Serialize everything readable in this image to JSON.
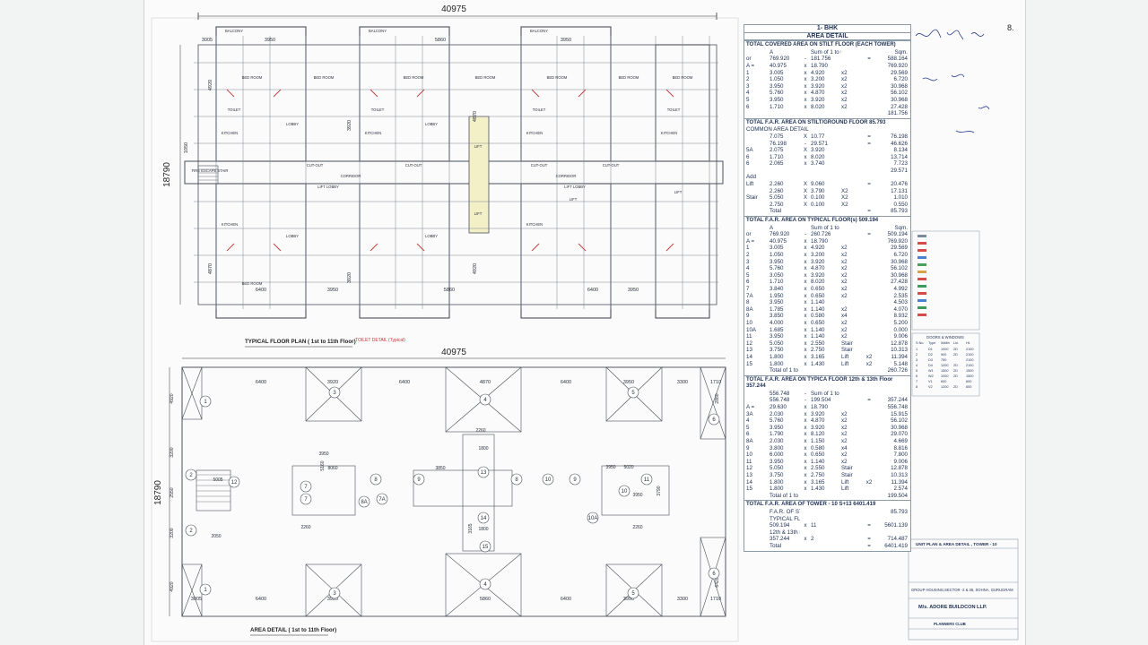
{
  "sheet": {
    "page_number": "8.",
    "overall_width_top": "40975",
    "overall_width_bottom": "40975",
    "overall_height_left": "18790",
    "overall_height_left_bottom": "18790",
    "plan1_title": "TYPICAL FLOOR PLAN ( 1st to 11th Floor)",
    "plan1_note": "TOILET DETAIL (Typical)",
    "plan2_title": "AREA DETAIL ( 1st to 11th Floor)"
  },
  "plan1": {
    "dims_top": [
      "3005",
      "3950",
      "5860",
      "3950"
    ],
    "dims_bottom": [
      "6400",
      "3950",
      "5860",
      "6400",
      "3950"
    ],
    "dims_side": [
      "4920",
      "3920",
      "4870",
      "1050",
      "4870",
      "3920",
      "4920"
    ],
    "room_labels": [
      "BED ROOM",
      "BED ROOM",
      "BED ROOM",
      "BED ROOM",
      "BED ROOM",
      "BED ROOM",
      "BED ROOM",
      "BED ROOM",
      "KITCHEN",
      "KITCHEN",
      "KITCHEN",
      "KITCHEN",
      "KITCHEN",
      "KITCHEN",
      "LOBBY",
      "LOBBY",
      "LOBBY",
      "LOBBY",
      "TOILET",
      "TOILET",
      "TOILET",
      "TOILET",
      "LIFT",
      "LIFT",
      "LIFT",
      "LIFT",
      "CUT-OUT",
      "CUT-OUT",
      "CUT-OUT",
      "CUT-OUT",
      "CORRIDOR",
      "CORRIDOR",
      "LIFT LOBBY",
      "LIFT LOBBY",
      "FIRE ESCAPE STAIR",
      "BALCONY",
      "BALCONY",
      "BALCONY"
    ]
  },
  "plan2": {
    "dims_top": [
      "6400",
      "3920",
      "6400",
      "4870",
      "6400",
      "3950",
      "3300",
      "1710"
    ],
    "dims_bottom": [
      "3005",
      "3920",
      "6400",
      "5860",
      "6400",
      "3950",
      "3300",
      "1710"
    ],
    "dims_mid": [
      "3950",
      "3950",
      "8060",
      "3850",
      "1800",
      "3950",
      "5020",
      "2260",
      "2260",
      "2260",
      "5005",
      "2050",
      "1800"
    ],
    "dims_side": [
      "4920",
      "3200",
      "2550",
      "3200",
      "4920",
      "2880",
      "6420",
      "3790",
      "5160",
      "3165"
    ],
    "circle_labels": [
      "1",
      "2",
      "3",
      "4",
      "5",
      "6",
      "7",
      "7A",
      "8",
      "8A",
      "9",
      "10",
      "10A",
      "11",
      "12",
      "13",
      "14",
      "15",
      "1",
      "2",
      "3",
      "4",
      "5",
      "6",
      "7",
      "8",
      "9",
      "10"
    ]
  },
  "area_detail": {
    "plan_type": "1- BHK",
    "title": "AREA DETAIL",
    "s1": {
      "heading": "TOTAL COVERED AREA ON STILT FLOOR",
      "note": "(EACH TOWER)",
      "col_headers": [
        "A",
        "Sum of 1 to 6",
        "Sqm."
      ],
      "rows": [
        [
          "or",
          "769.920",
          "-",
          "181.756",
          "",
          "=",
          "588.164"
        ],
        [
          "A =",
          "40.975",
          "x",
          "18.790",
          "",
          "",
          "769.920"
        ],
        [
          "1",
          "3.005",
          "x",
          "4.920",
          "x2",
          "",
          "29.569"
        ],
        [
          "2",
          "1.050",
          "x",
          "3.200",
          "x2",
          "",
          "6.720"
        ],
        [
          "3",
          "3.950",
          "x",
          "3.920",
          "x2",
          "",
          "30.968"
        ],
        [
          "4",
          "5.760",
          "x",
          "4.870",
          "x2",
          "",
          "56.102"
        ],
        [
          "5",
          "3.950",
          "x",
          "3.920",
          "x2",
          "",
          "30.968"
        ],
        [
          "6",
          "1.710",
          "x",
          "8.020",
          "x2",
          "",
          "27.428"
        ],
        [
          "",
          "",
          "",
          "",
          "",
          "",
          "181.756"
        ]
      ]
    },
    "s2": {
      "heading": "TOTAL F.A.R. AREA ON STILT/GROUND FLOOR",
      "sub": "COMMON AREA DETAIL",
      "rows": [
        [
          "",
          "7.075",
          "X",
          "10.77",
          "",
          "=",
          "76.198"
        ],
        [
          "",
          "76.198",
          "-",
          "29.571",
          "",
          "=",
          "46.626"
        ],
        [
          "5A",
          "2.075",
          "X",
          "3.920",
          "",
          "",
          "8.134"
        ],
        [
          "6",
          "1.710",
          "x",
          "8.020",
          "",
          "",
          "13.714"
        ],
        [
          "6",
          "2.065",
          "x",
          "3.740",
          "",
          "",
          "7.723"
        ],
        [
          "",
          "",
          "",
          "",
          "",
          "",
          "29.571"
        ],
        [
          "Add",
          "",
          "",
          "",
          "",
          "",
          ""
        ],
        [
          "Lift",
          "2.260",
          "X",
          "9.060",
          "",
          "=",
          "20.476"
        ],
        [
          "",
          "2.260",
          "X",
          "3.790",
          "X2",
          "",
          "17.131"
        ],
        [
          "Stair",
          "5.050",
          "X",
          "0.100",
          "X2",
          "",
          "1.010"
        ],
        [
          "",
          "2.750",
          "X",
          "0.100",
          "X2",
          "",
          "0.550"
        ],
        [
          "",
          "Total",
          "",
          "",
          "",
          "=",
          "85.793"
        ]
      ],
      "box_value": "85.793"
    },
    "s3": {
      "heading": "TOTAL F.A.R. AREA ON TYPICAL FLOOR(s)",
      "box_value": "509.194",
      "col_headers": [
        "A",
        "Sum of 1 to 14",
        "Sqm."
      ],
      "rows": [
        [
          "or",
          "769.920",
          "-",
          "260.726",
          "",
          "=",
          "509.194"
        ],
        [
          "A =",
          "40.975",
          "x",
          "18.790",
          "",
          "",
          "769.920"
        ],
        [
          "1",
          "3.005",
          "x",
          "4.920",
          "x2",
          "",
          "29.569"
        ],
        [
          "2",
          "1.050",
          "x",
          "3.200",
          "x2",
          "",
          "6.720"
        ],
        [
          "3",
          "3.950",
          "x",
          "3.920",
          "x2",
          "",
          "30.968"
        ],
        [
          "4",
          "5.760",
          "x",
          "4.870",
          "x2",
          "",
          "56.102"
        ],
        [
          "5",
          "3.050",
          "x",
          "3.920",
          "x2",
          "",
          "30.968"
        ],
        [
          "6",
          "1.710",
          "x",
          "8.020",
          "x2",
          "",
          "27.428"
        ],
        [
          "7",
          "3.840",
          "x",
          "0.650",
          "x2",
          "",
          "4.992"
        ],
        [
          "7A",
          "1.950",
          "x",
          "0.650",
          "x2",
          "",
          "2.535"
        ],
        [
          "8",
          "3.950",
          "x",
          "1.140",
          "",
          "",
          "4.503"
        ],
        [
          "8A",
          "1.785",
          "x",
          "1.140",
          "x2",
          "",
          "4.070"
        ],
        [
          "9",
          "3.850",
          "x",
          "0.580",
          "x4",
          "",
          "8.932"
        ],
        [
          "10",
          "4.000",
          "x",
          "0.650",
          "x2",
          "",
          "5.200"
        ],
        [
          "10A",
          "1.685",
          "x",
          "1.140",
          "x2",
          "",
          "0.000"
        ],
        [
          "11",
          "3.950",
          "x",
          "1.140",
          "x2",
          "",
          "9.006"
        ],
        [
          "12",
          "5.050",
          "x",
          "2.550",
          "Stair",
          "",
          "12.878"
        ],
        [
          "13",
          "3.750",
          "x",
          "2.750",
          "Stair",
          "",
          "10.313"
        ],
        [
          "14",
          "1.800",
          "x",
          "3.165",
          "Lift",
          "x2",
          "11.394"
        ],
        [
          "15",
          "1.800",
          "x",
          "1.430",
          "Lift",
          "x2",
          "5.148"
        ],
        [
          "",
          "Total of 1 to 14",
          "",
          "",
          "",
          "",
          "260.726"
        ]
      ]
    },
    "s4": {
      "heading": "TOTAL F.A.R. AREA ON TYPICA FLOOR 12th & 13th Floor",
      "box_value": "357.244",
      "rows": [
        [
          "",
          "556.748",
          "-",
          "Sum of 1 to 14",
          "",
          "",
          ""
        ],
        [
          "",
          "556.748",
          "-",
          "199.504",
          "",
          "=",
          "357.244"
        ],
        [
          "A =",
          "29.630",
          "x",
          "18.790",
          "",
          "",
          "556.748"
        ],
        [
          "3A",
          "2.030",
          "x",
          "3.920",
          "x2",
          "",
          "15.915"
        ],
        [
          "4",
          "5.760",
          "x",
          "4.870",
          "x2",
          "",
          "56.102"
        ],
        [
          "5",
          "3.950",
          "x",
          "3.920",
          "x2",
          "",
          "30.968"
        ],
        [
          "6",
          "1.790",
          "x",
          "8.120",
          "x2",
          "",
          "29.070"
        ],
        [
          "8A",
          "2.030",
          "x",
          "1.150",
          "x2",
          "",
          "4.669"
        ],
        [
          "9",
          "3.800",
          "x",
          "0.580",
          "x4",
          "",
          "8.816"
        ],
        [
          "10",
          "6.000",
          "x",
          "0.650",
          "x2",
          "",
          "7.800"
        ],
        [
          "11",
          "3.950",
          "x",
          "1.140",
          "x2",
          "",
          "9.006"
        ],
        [
          "12",
          "5.050",
          "x",
          "2.550",
          "Stair",
          "",
          "12.878"
        ],
        [
          "13",
          "3.750",
          "x",
          "2.750",
          "Stair",
          "",
          "10.313"
        ],
        [
          "14",
          "1.800",
          "x",
          "3.165",
          "Lift",
          "x2",
          "11.394"
        ],
        [
          "15",
          "1.800",
          "x",
          "1.430",
          "Lift",
          "",
          "2.574"
        ],
        [
          "",
          "Total of 1 to 14",
          "",
          "",
          "",
          "",
          "199.504"
        ]
      ]
    },
    "s5": {
      "heading": "TOTAL F.A.R. AREA OF TOWER - 10",
      "suffix": "S+13",
      "box_value": "6401.419",
      "rows": [
        [
          "",
          "F.A.R. OF STILT FLOOR",
          "",
          "",
          "",
          "",
          "85.793"
        ],
        [
          "",
          "TYPICAL FLOORS (1st to 11 th floor) =",
          "",
          "",
          "",
          "",
          ""
        ],
        [
          "",
          "509.194",
          "x",
          "11",
          "",
          "=",
          "5601.139"
        ],
        [
          "",
          "12th & 13th Floor",
          "",
          "",
          "",
          "",
          ""
        ],
        [
          "",
          "357.244",
          "x",
          "2",
          "",
          "=",
          "714.487"
        ],
        [
          "",
          "Total",
          "",
          "",
          "",
          "=",
          "6401.419"
        ]
      ]
    }
  },
  "title_block": {
    "title": "UNIT PLAN & AREA DETAIL , TOWER - 10",
    "company": "M/s. ADORE BUILDCON LLP.",
    "project": "GROUP HOUSING,SECTOR -2 & 35, SOHNA, GURUGRAM",
    "firm": "PLANNERS CLUB"
  },
  "door_window": {
    "title": "DOORS & WINDOWS",
    "headers": [
      "S.No",
      "Type",
      "Width",
      "Lin.",
      "Ht."
    ],
    "rows": [
      [
        "1",
        "D1",
        "1000",
        "2D",
        "2100"
      ],
      [
        "2",
        "D2",
        "900",
        "2D",
        "2100"
      ],
      [
        "3",
        "D3",
        "750",
        "",
        "2100"
      ],
      [
        "4",
        "D4",
        "1200",
        "2D",
        "2100"
      ],
      [
        "5",
        "W1",
        "1500",
        "2D",
        "1500"
      ],
      [
        "6",
        "W2",
        "1000",
        "2D",
        "1500"
      ],
      [
        "7",
        "V1",
        "600",
        "",
        "600"
      ],
      [
        "8",
        "V2",
        "1200",
        "2D",
        "600"
      ]
    ]
  }
}
